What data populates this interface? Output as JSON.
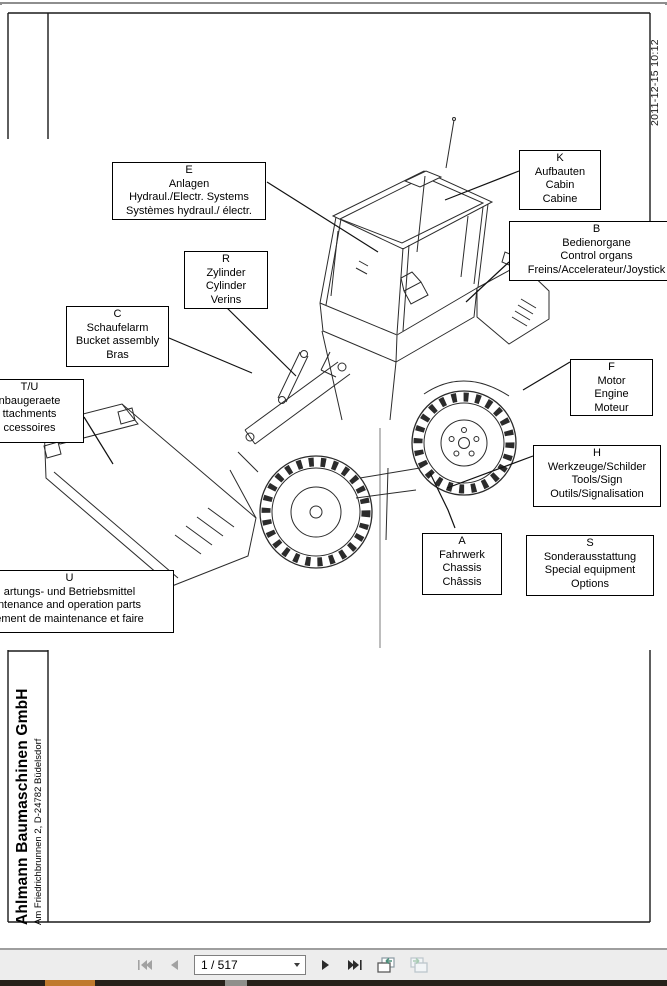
{
  "header": {
    "timestamp": "2011-12-15 10:12"
  },
  "document": {
    "company": {
      "name": "Ahlmann Baumaschinen GmbH",
      "address": "Am Friedrichbrunnen 2,  D-24782 Büdelsdorf"
    },
    "callouts": {
      "E": {
        "code": "E",
        "lines": [
          "Anlagen",
          "Hydraul./Electr. Systems",
          "Systèmes hydraul./ électr."
        ]
      },
      "K": {
        "code": "K",
        "lines": [
          "Aufbauten",
          "Cabin",
          "Cabine"
        ]
      },
      "B": {
        "code": "B",
        "lines": [
          "Bedienorgane",
          "Control organs",
          "Freins/Accelerateur/Joystick"
        ]
      },
      "R": {
        "code": "R",
        "lines": [
          "Zylinder",
          "Cylinder",
          "Verins"
        ]
      },
      "C": {
        "code": "C",
        "lines": [
          "Schaufelarm",
          "Bucket assembly",
          "Bras"
        ]
      },
      "TU": {
        "code": "T/U",
        "lines": [
          "nbaugeraete",
          "ttachments",
          "ccessoires"
        ]
      },
      "F": {
        "code": "F",
        "lines": [
          "Motor",
          "Engine",
          "Moteur"
        ]
      },
      "H": {
        "code": "H",
        "lines": [
          "Werkzeuge/Schilder",
          "Tools/Sign",
          "Outils/Signalisation"
        ]
      },
      "A": {
        "code": "A",
        "lines": [
          "Fahrwerk",
          "Chassis",
          "Châssis"
        ]
      },
      "S": {
        "code": "S",
        "lines": [
          "Sonderausstattung",
          "Special equipment",
          "Options"
        ]
      },
      "U": {
        "code": "U",
        "lines": [
          "artungs- und Betriebsmittel",
          "ntenance and operation parts",
          "ement de maintenance et faire"
        ]
      }
    }
  },
  "toolbar": {
    "page_value": "1 / 517",
    "icons": [
      "first-page",
      "previous-page",
      "next-page",
      "last-page",
      "previous-view",
      "next-view"
    ]
  }
}
